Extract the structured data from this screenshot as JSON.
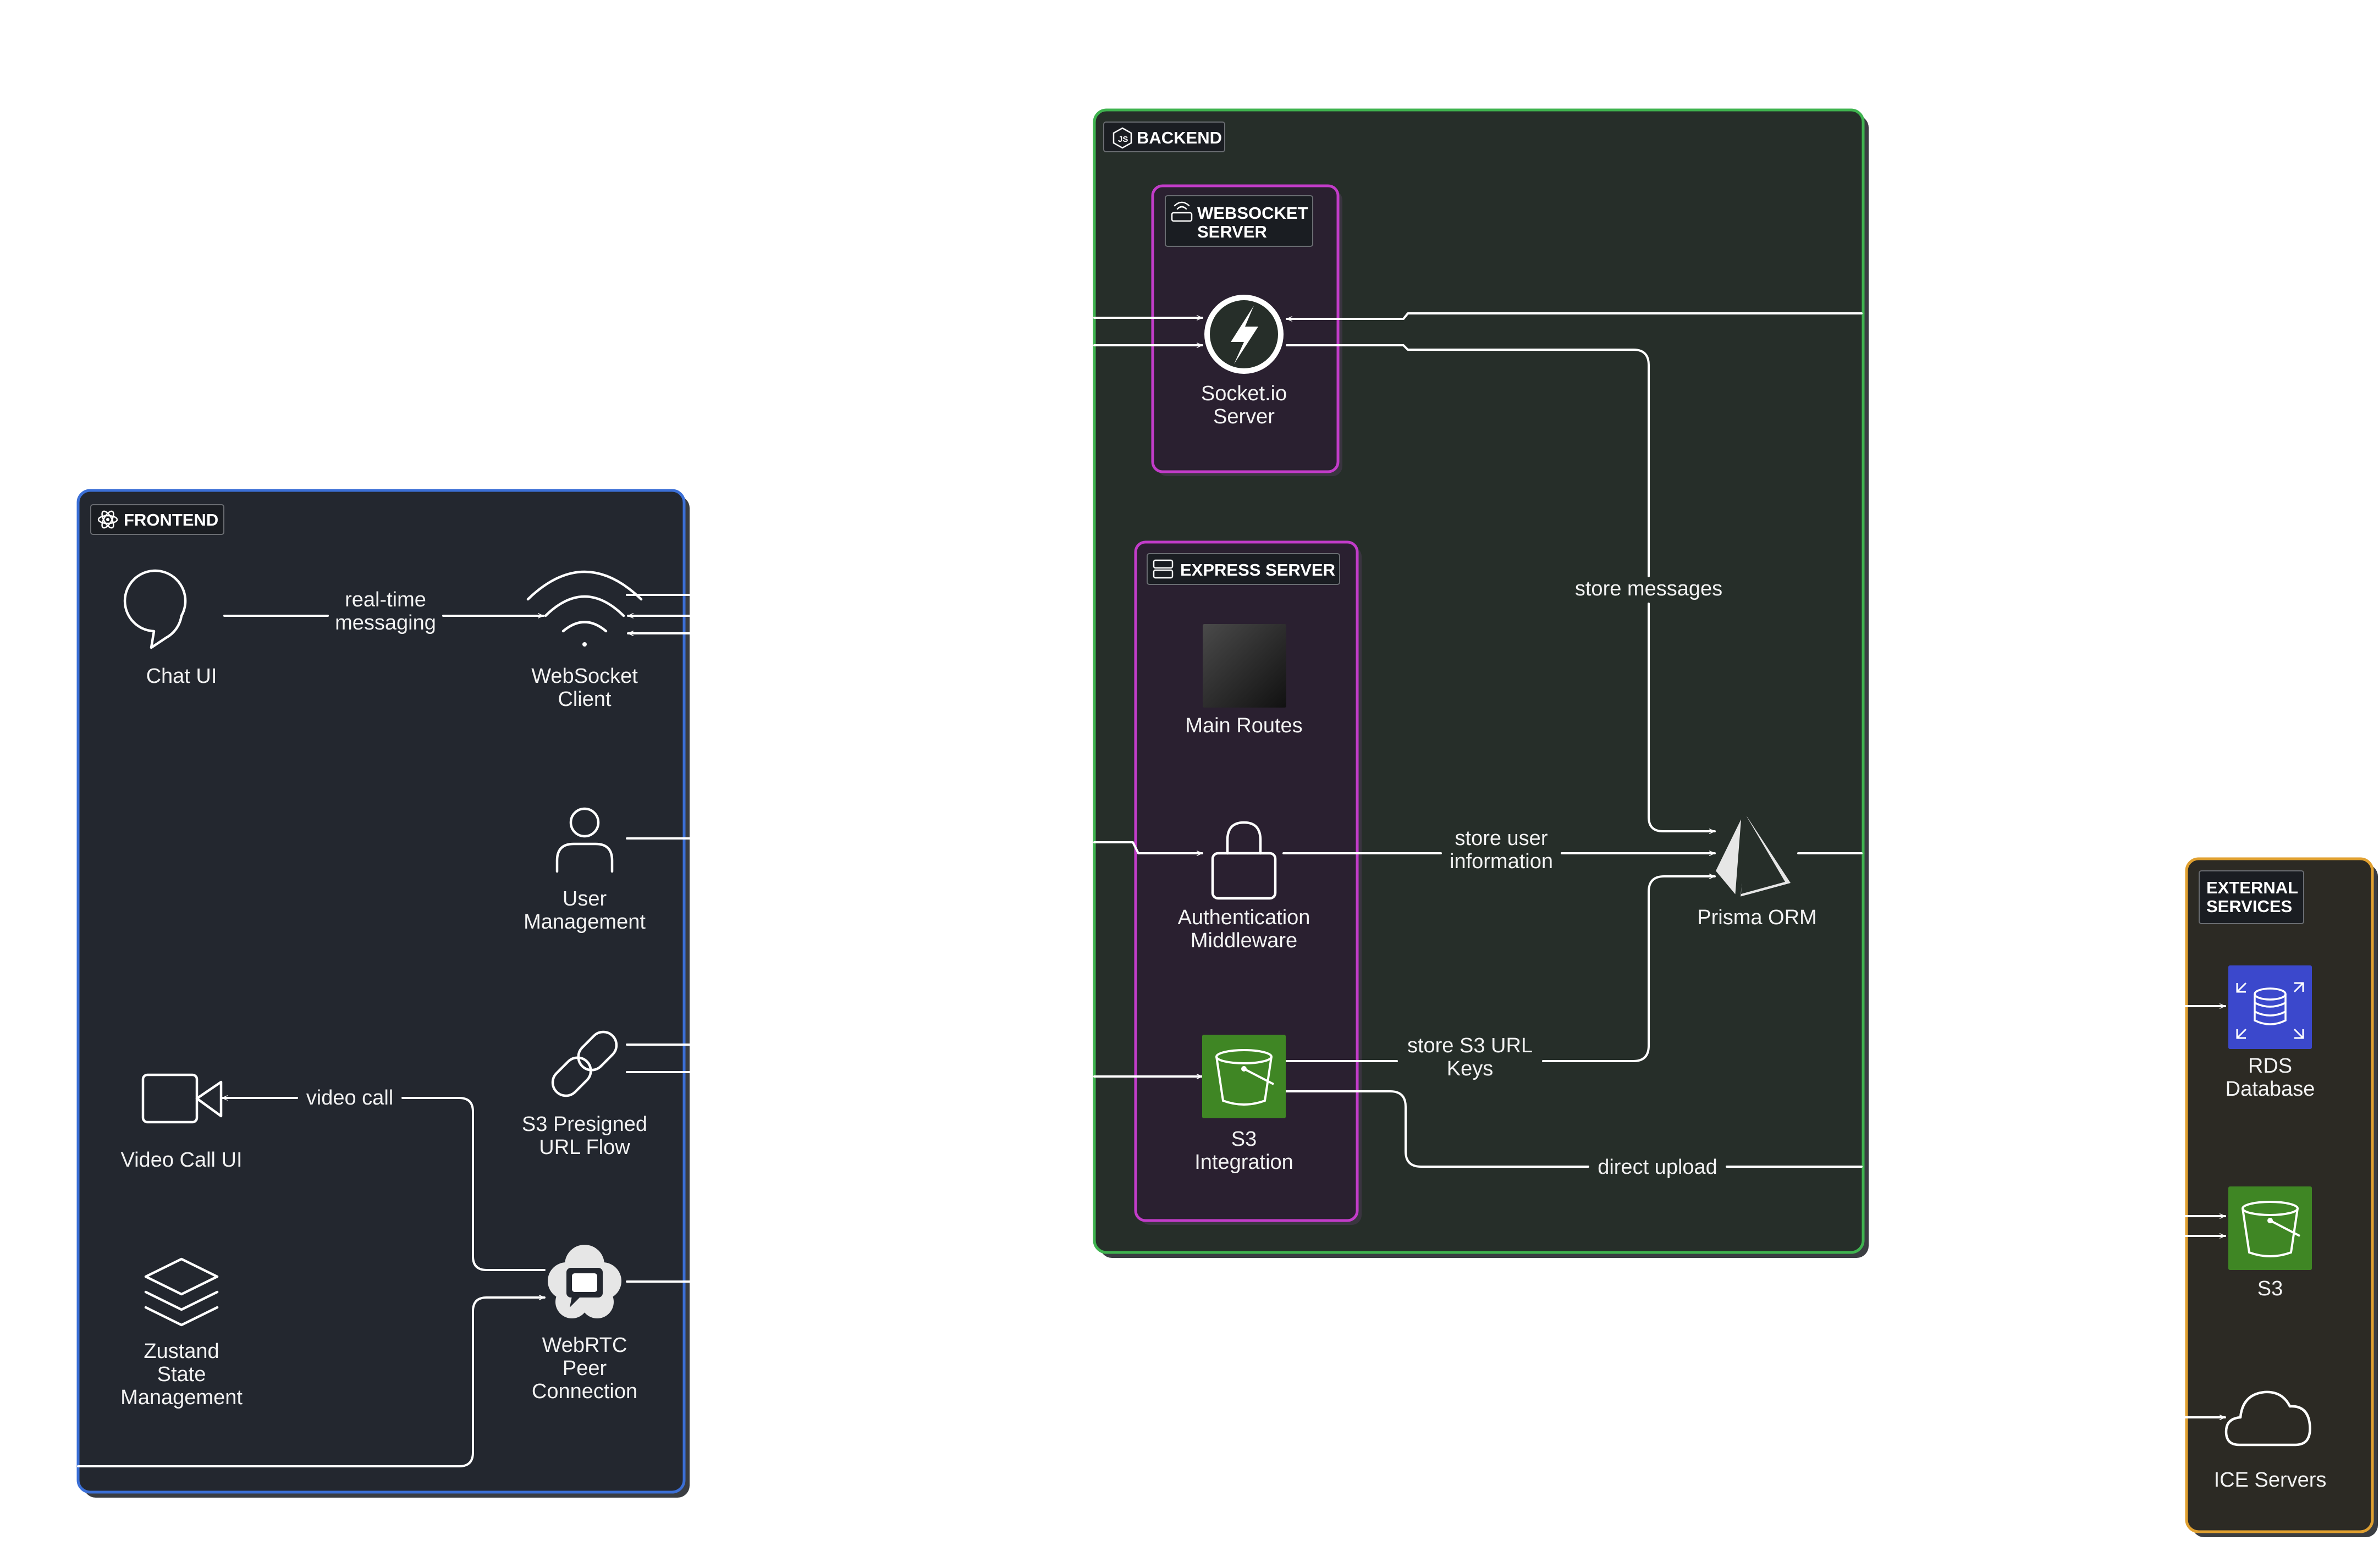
{
  "groups": {
    "frontend": "FRONTEND",
    "backend": "BACKEND",
    "websocket_line1": "WEBSOCKET",
    "websocket_line2": "SERVER",
    "express": "EXPRESS SERVER",
    "external_line1": "EXTERNAL",
    "external_line2": "SERVICES"
  },
  "nodes": {
    "chat_ui": [
      "Chat UI"
    ],
    "websocket_client": [
      "WebSocket",
      "Client"
    ],
    "user_management": [
      "User",
      "Management"
    ],
    "video_call_ui": [
      "Video Call UI"
    ],
    "s3_presigned": [
      "S3 Presigned",
      "URL Flow"
    ],
    "zustand": [
      "Zustand",
      "State",
      "Management"
    ],
    "webrtc": [
      "WebRTC",
      "Peer",
      "Connection"
    ],
    "socketio": [
      "Socket.io",
      "Server"
    ],
    "main_routes": [
      "Main Routes"
    ],
    "auth": [
      "Authentication",
      "Middleware"
    ],
    "s3_integration": [
      "S3",
      "Integration"
    ],
    "prisma": [
      "Prisma ORM"
    ],
    "rds": [
      "RDS",
      "Database"
    ],
    "s3": [
      "S3"
    ],
    "ice": [
      "ICE Servers"
    ]
  },
  "edges": {
    "realtime": [
      "real-time",
      "messaging"
    ],
    "video_call": [
      "video call"
    ],
    "store_messages": [
      "store messages"
    ],
    "store_user": [
      "store user",
      "information"
    ],
    "store_s3": [
      "store S3 URL",
      "Keys"
    ],
    "direct_upload": [
      "direct upload"
    ]
  },
  "colors": {
    "frontend_border": "#3b6fd6",
    "frontend_fill": "#23272f",
    "backend_border": "#3fb34f",
    "backend_fill": "#262e29",
    "server_border": "#c23cc9",
    "server_fill": "#2a2030",
    "external_border": "#e0a030",
    "external_fill": "#2c2a24",
    "aws_blue": "#3b48cc",
    "aws_green": "#3f8624"
  }
}
